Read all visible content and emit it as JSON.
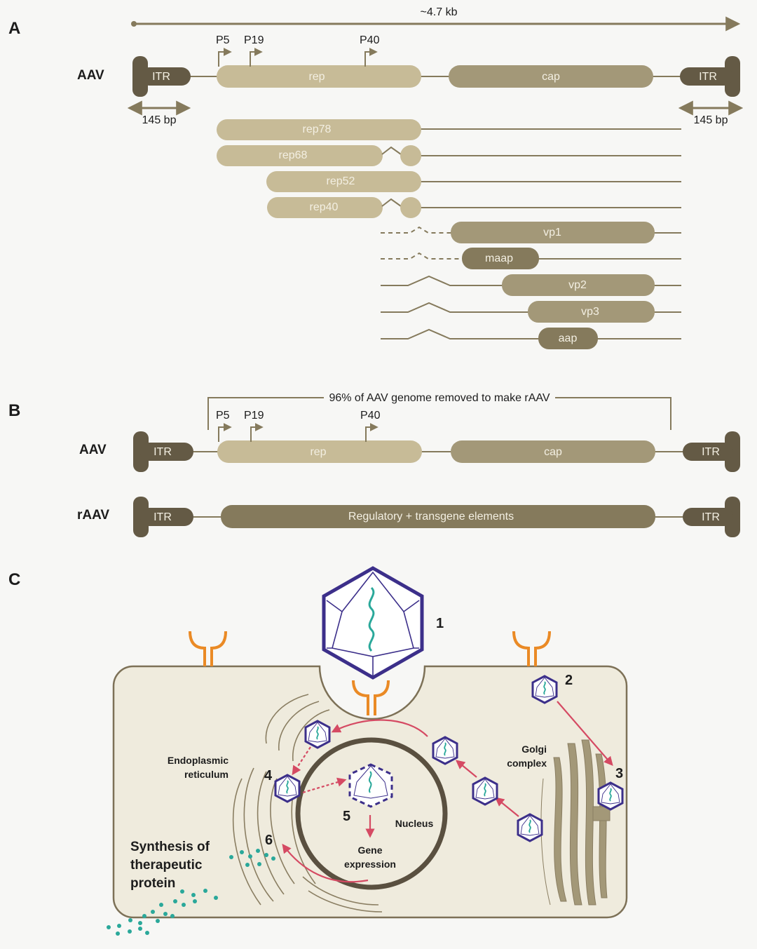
{
  "colors": {
    "background": "#f7f7f5",
    "itr": "#645a45",
    "rep": "#c7bb97",
    "cap": "#a39878",
    "dark_pill": "#857a5c",
    "line": "#857a5c",
    "cell_fill": "#efebdd",
    "cell_stroke": "#7d7157",
    "nucleus": "#5a5040",
    "capsid": "#3c2f8a",
    "dna": "#2aa89a",
    "receptor": "#ea8a25",
    "arrow": "#d54a63",
    "protein_dots": "#2aa89a",
    "golgi": "#a39878"
  },
  "panel_a": {
    "label": "A",
    "genome_size": "~4.7 kb",
    "row_label": "AAV",
    "itr_left": "ITR",
    "itr_right": "ITR",
    "itr_size_left": "145 bp",
    "itr_size_right": "145 bp",
    "promoters": [
      "P5",
      "P19",
      "P40"
    ],
    "genes": {
      "rep": "rep",
      "cap": "cap"
    },
    "transcripts": [
      "rep78",
      "rep68",
      "rep52",
      "rep40",
      "vp1",
      "maap",
      "vp2",
      "vp3",
      "aap"
    ]
  },
  "panel_b": {
    "label": "B",
    "bracket_text": "96% of AAV genome removed to make rAAV",
    "promoters": [
      "P5",
      "P19",
      "P40"
    ],
    "aav_row_label": "AAV",
    "raav_row_label": "rAAV",
    "itr": "ITR",
    "rep": "rep",
    "cap": "cap",
    "transgene": "Regulatory + transgene elements"
  },
  "panel_c": {
    "label": "C",
    "steps": [
      "1",
      "2",
      "3",
      "4",
      "5",
      "6"
    ],
    "er_label_1": "Endoplasmic",
    "er_label_2": "reticulum",
    "golgi_label_1": "Golgi",
    "golgi_label_2": "complex",
    "nucleus_label": "Nucleus",
    "gene_expr_1": "Gene",
    "gene_expr_2": "expression",
    "synthesis_1": "Synthesis of",
    "synthesis_2": "therapeutic",
    "synthesis_3": "protein"
  }
}
